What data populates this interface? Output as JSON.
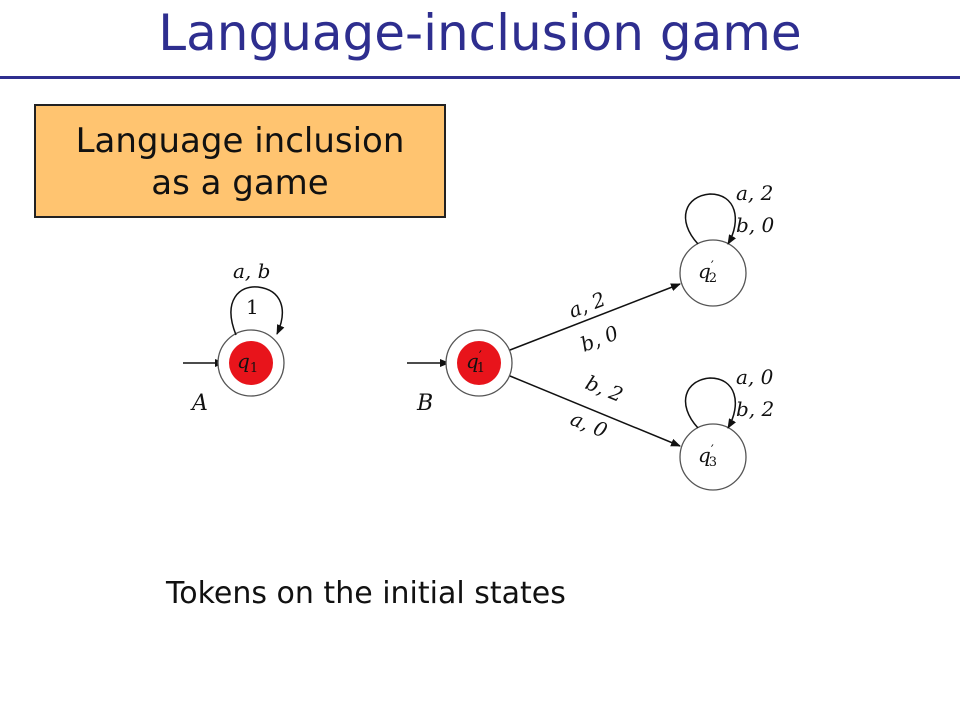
{
  "slide": {
    "title": "Language-inclusion game",
    "box_line1": "Language inclusion",
    "box_line2": "as a game",
    "caption": "Tokens on the initial states"
  },
  "colors": {
    "title": "#2e2e8f",
    "box_fill": "#ffc470",
    "token": "#e8141b"
  },
  "automaton_a": {
    "name": "A",
    "state": {
      "base": "q",
      "sub": "1",
      "prime": false,
      "token": true
    },
    "loop_label": "a, b",
    "loop_weight": "1"
  },
  "automaton_b": {
    "name": "B",
    "states": [
      {
        "base": "q",
        "sub": "1",
        "prime": true,
        "token": true
      },
      {
        "base": "q",
        "sub": "2",
        "prime": true,
        "token": false
      },
      {
        "base": "q",
        "sub": "3",
        "prime": true,
        "token": false
      }
    ],
    "edge_q1_q2": {
      "top": "a, 2",
      "bottom": "b, 0"
    },
    "edge_q1_q3": {
      "top": "b, 2",
      "bottom": "a, 0"
    },
    "loop_q2": {
      "line1": "a, 2",
      "line2": "b, 0"
    },
    "loop_q3": {
      "line1": "a, 0",
      "line2": "b, 2"
    }
  }
}
